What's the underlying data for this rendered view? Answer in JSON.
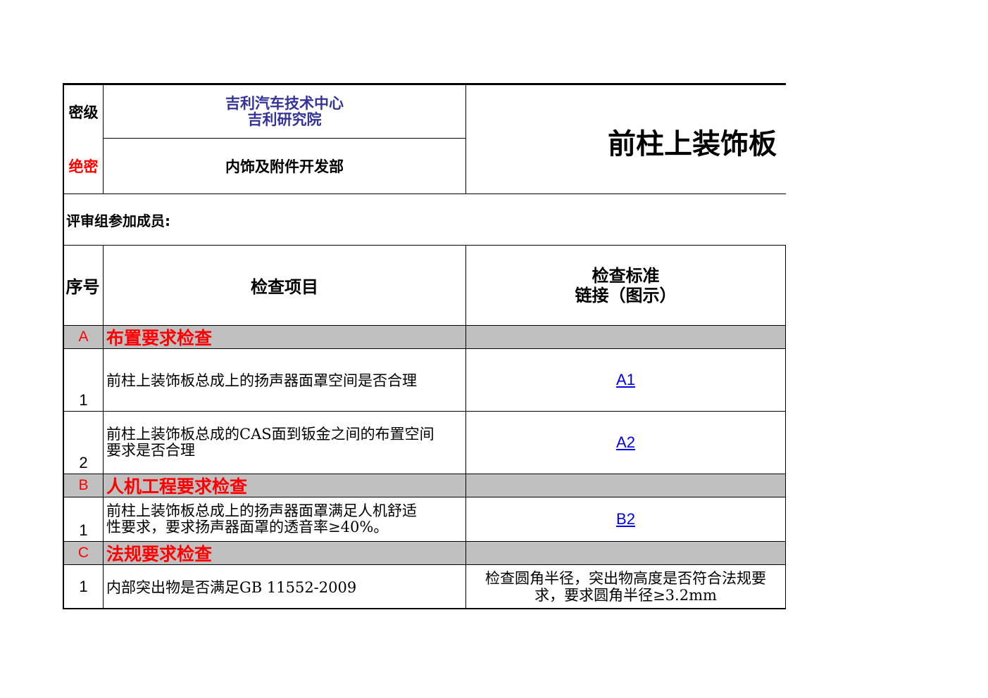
{
  "header": {
    "secrecy_label": "密级",
    "org_line1": "吉利汽车技术中心",
    "org_line2": "吉利研究院",
    "secrecy_value": "绝密",
    "department": "内饰及附件开发部",
    "doc_title": "前柱上装饰板"
  },
  "review": {
    "members_label": "评审组参加成员:"
  },
  "table": {
    "headers": {
      "index": "序号",
      "item": "检查项目",
      "standard_line1": "检查标准",
      "standard_line2": "链接（图示）"
    },
    "sections": [
      {
        "code": "A",
        "title": "布置要求检查",
        "rows": [
          {
            "no": "1",
            "item": "前柱上装饰板总成上的扬声器面罩空间是否合理",
            "link": "A1"
          },
          {
            "no": "2",
            "item": "前柱上装饰板总成的CAS面到钣金之间的布置空间\n要求是否合理",
            "link": "A2"
          }
        ]
      },
      {
        "code": "B",
        "title": "人机工程要求检查",
        "rows": [
          {
            "no": "1",
            "item": "前柱上装饰板总成上的扬声器面罩满足人机舒适\n性要求，要求扬声器面罩的透音率≥40%。",
            "link": "B2"
          }
        ]
      },
      {
        "code": "C",
        "title": "法规要求检查",
        "rows": [
          {
            "no": "1",
            "item": "内部突出物是否满足GB 11552-2009",
            "standard_line1": "检查圆角半径，突出物高度是否符合法规要",
            "standard_line2": "求，要求圆角半径≥3.2mm"
          }
        ]
      }
    ]
  },
  "colors": {
    "section_fill": "#c0c0c0",
    "section_text": "#ff0000",
    "org_text": "#333399",
    "link": "#0000ee"
  }
}
